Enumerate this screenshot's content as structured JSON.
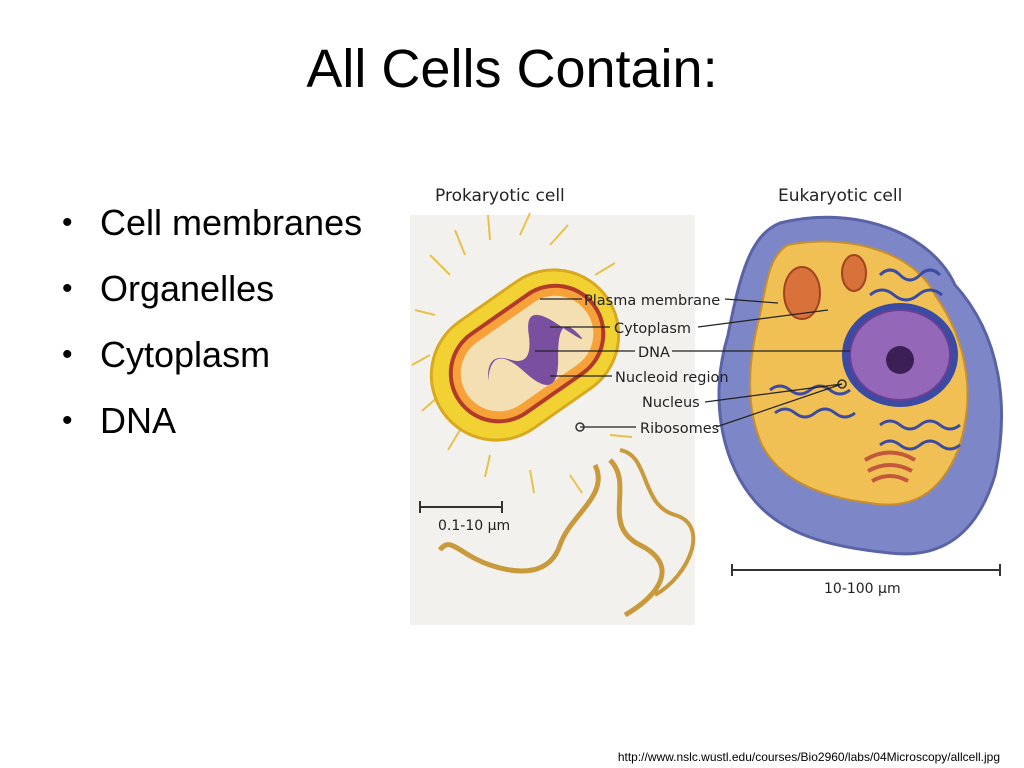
{
  "slide": {
    "title": "All Cells Contain:",
    "bullets": [
      "Cell membranes",
      "Organelles",
      "Cytoplasm",
      "DNA"
    ]
  },
  "figure": {
    "prokaryote_title": "Prokaryotic cell",
    "eukaryote_title": "Eukaryotic cell",
    "labels": [
      "Plasma membrane",
      "Cytoplasm",
      "DNA",
      "Nucleoid region",
      "Nucleus",
      "Ribosomes"
    ],
    "prokaryote_scale": "0.1-10 µm",
    "eukaryote_scale": "10-100 µm"
  },
  "source_url": "http://www.nslc.wustl.edu/courses/Bio2960/labs/04Microscopy/allcell.jpg"
}
